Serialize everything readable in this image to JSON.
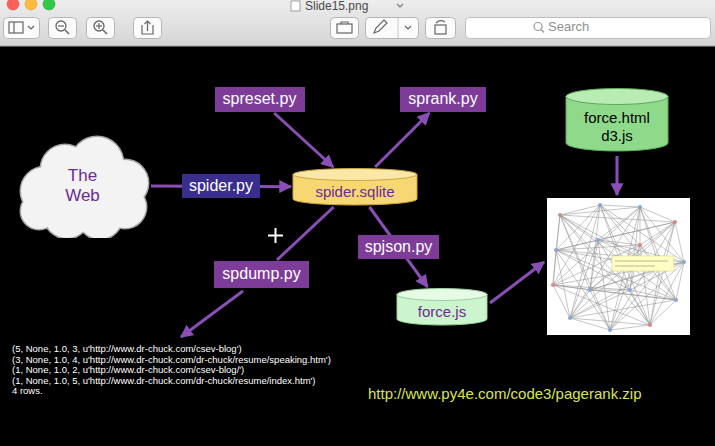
{
  "diagram": {
    "nodes": [
      {
        "text": [
          "spreset.py"
        ]
      },
      {
        "text": [
          "sprank.py"
        ]
      },
      {
        "text": [
          "force.html d3.js"
        ]
      },
      {
        "text": [
          "The Web"
        ]
      },
      {
        "text": [
          "spider.sqlite"
        ]
      },
      {
        "text": [
          "spdump.py"
        ]
      },
      {
        "text": [
          "force.js"
        ]
      }
    ],
    "edges": [
      {
        "from": 0,
        "to": 4,
        "arrow": "to"
      },
      {
        "from": 4,
        "to": 1,
        "arrow": "to"
      },
      {
        "from": 3,
        "to": 4,
        "label": "spider.py",
        "arrow": "to"
      },
      {
        "from": 4,
        "to": 6,
        "label": "spjson.py",
        "arrow": "to"
      },
      {
        "from": 4,
        "to": 5,
        "arrow": "none"
      }
    ],
    "labels": [
      "Slide15.png",
      "Search",
      "(5, None, 1.0, 3, u'http://www.dr-chuck.com/csev-blog')",
      "(3, None, 1.0, 4, u'http://www.dr-chuck.com/dr-chuck/resume/speaking.htm')",
      "(1, None, 1.0, 2, u'http://www.dr-chuck.com/csev-blog/')",
      "(1, None, 1.0, 5, u'http://www.dr-chuck.com/dr-chuck/resume/index.htm')",
      "4 rows.",
      "http://www.py4e.com/code3/pagerank.zip"
    ]
  }
}
